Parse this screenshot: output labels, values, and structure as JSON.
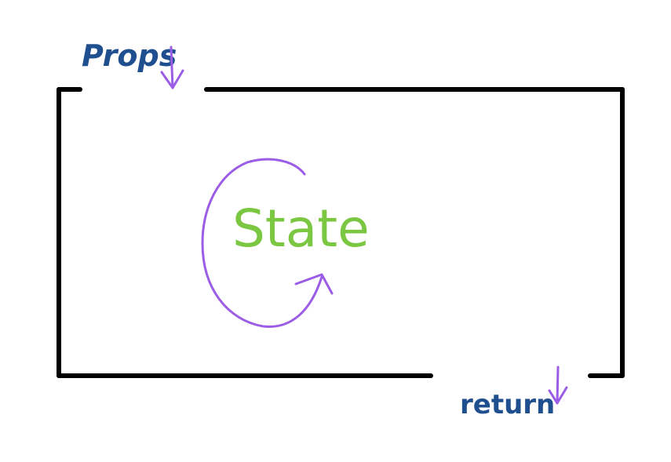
{
  "labels": {
    "props": "Props",
    "state": "State",
    "return": "return"
  },
  "colors": {
    "box": "#000000",
    "label_text": "#1f4f8f",
    "arrow": "#9b5de5",
    "state_text": "#7cc742"
  },
  "icons": {
    "props_arrow": "down-arrow-icon",
    "return_arrow": "down-arrow-icon",
    "state_loop": "circular-arrow-icon"
  }
}
